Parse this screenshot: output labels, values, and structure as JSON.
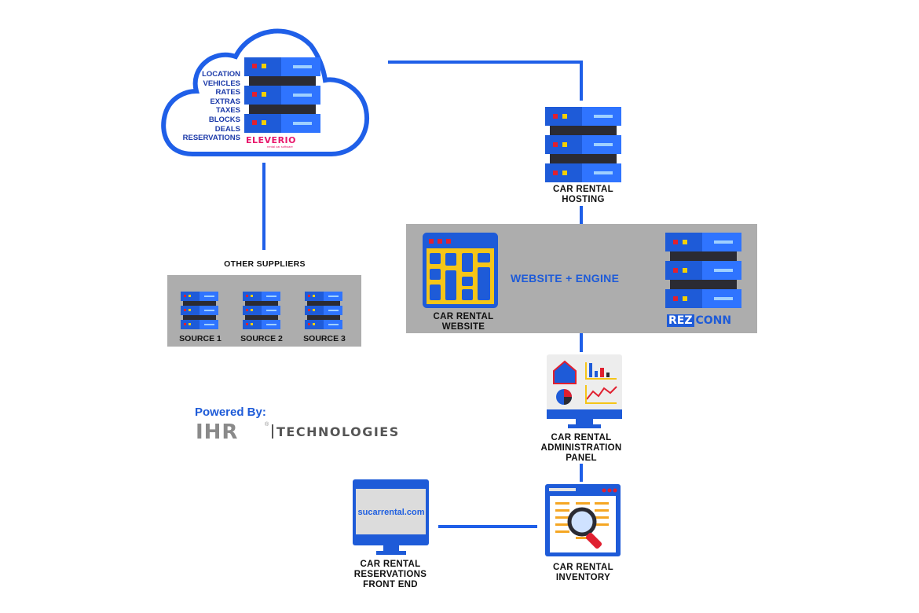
{
  "cloud": {
    "items": [
      "LOCATION",
      "VEHICLES",
      "RATES",
      "EXTRAS",
      "TAXES",
      "BLOCKS",
      "DEALS",
      "RESERVATIONS"
    ],
    "brand": "ELEVERIO",
    "brand_tagline": "rental car software"
  },
  "hosting": {
    "label_line1": "CAR RENTAL",
    "label_line2": "HOSTING"
  },
  "suppliers": {
    "title": "OTHER SUPPLIERS",
    "sources": [
      "SOURCE 1",
      "SOURCE 2",
      "SOURCE 3"
    ]
  },
  "engine": {
    "title": "WEBSITE + ENGINE",
    "website_label_line1": "CAR RENTAL",
    "website_label_line2": "WEBSITE",
    "rez_part1": "REZ",
    "rez_part2": "CONN"
  },
  "admin": {
    "line1": "CAR RENTAL",
    "line2": "ADMINISTRATION",
    "line3": "PANEL"
  },
  "inventory": {
    "line1": "CAR RENTAL",
    "line2": "INVENTORY"
  },
  "frontend": {
    "site": "sucarrental.com",
    "line1": "CAR RENTAL",
    "line2": "RESERVATIONS",
    "line3": "FRONT END"
  },
  "powered": {
    "label": "Powered By:",
    "logo_main": "IHR",
    "logo_reg": "®",
    "logo_tech": "TECHNOLOGIES"
  },
  "colors": {
    "line": "#1f5fe8",
    "server_blue": "#1e5bd8",
    "server_dark": "#27272f",
    "panel_gray": "#adadad",
    "accent_yellow": "#f5c518",
    "brand_pink": "#e8186c"
  }
}
